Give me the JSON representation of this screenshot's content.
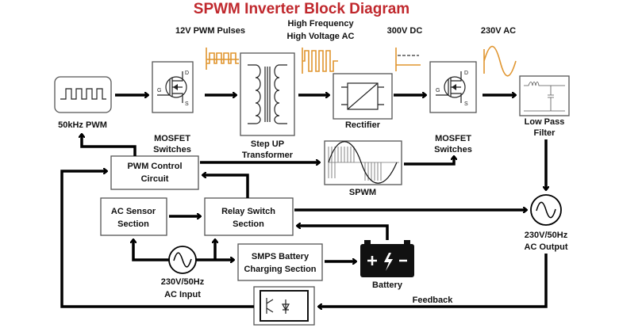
{
  "title": "SPWM Inverter Block Diagram",
  "colors": {
    "title": "#c0282d",
    "waveform": "#e0952f",
    "lines": "#000000"
  },
  "signals": {
    "pwm_pulses": "12V PWM Pulses",
    "hf_line1": "High Frequency",
    "hf_line2": "High Voltage AC",
    "dc": "300V DC",
    "ac": "230V AC"
  },
  "blocks": {
    "pwm_gen": "50kHz PWM",
    "mosfet1_l1": "MOSFET",
    "mosfet1_l2": "Switches",
    "transformer_l1": "Step UP",
    "transformer_l2": "Transformer",
    "rectifier": "Rectifier",
    "mosfet2_l1": "MOSFET",
    "mosfet2_l2": "Switches",
    "lpf_l1": "Low Pass",
    "lpf_l2": "Filter",
    "pwm_control_l1": "PWM Control",
    "pwm_control_l2": "Circuit",
    "spwm": "SPWM",
    "ac_sensor_l1": "AC Sensor",
    "ac_sensor_l2": "Section",
    "relay_l1": "Relay Switch",
    "relay_l2": "Section",
    "ac_output_l1": "230V/50Hz",
    "ac_output_l2": "AC Output",
    "ac_input_l1": "230V/50Hz",
    "ac_input_l2": "AC Input",
    "smps_l1": "SMPS Battery",
    "smps_l2": "Charging Section",
    "battery": "Battery",
    "feedback": "Feedback",
    "mosfet_d": "D",
    "mosfet_g": "G",
    "mosfet_s": "S"
  }
}
